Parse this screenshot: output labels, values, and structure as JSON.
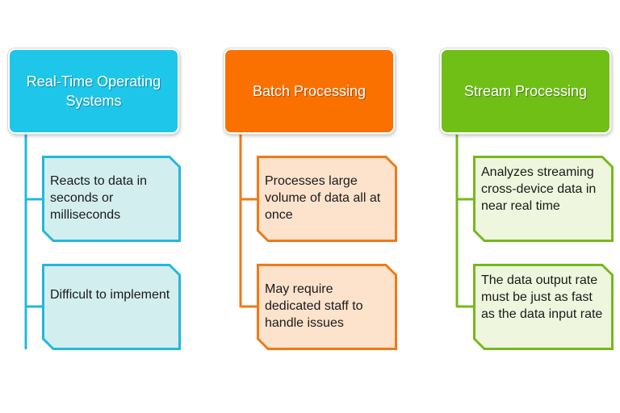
{
  "colors": {
    "rtos": {
      "header": "#1ec7ea",
      "line": "#23b8dc",
      "card": "#d3eeef"
    },
    "batch": {
      "header": "#fb7100",
      "line": "#f07a17",
      "card": "#fde2cc"
    },
    "stream": {
      "header": "#70bf17",
      "line": "#76b81e",
      "card": "#eef7dd"
    }
  },
  "columns": [
    {
      "header": "Real-Time Operating Systems",
      "cards": [
        "Reacts to data in seconds or milliseconds",
        "Difficult to implement"
      ]
    },
    {
      "header": "Batch Processing",
      "cards": [
        "Processes large volume of data all at once",
        "May require dedicated staff to handle issues"
      ]
    },
    {
      "header": "Stream Processing",
      "cards": [
        "Analyzes streaming cross-device data in near real time",
        "The data output rate must be just as fast as the data input rate"
      ]
    }
  ]
}
